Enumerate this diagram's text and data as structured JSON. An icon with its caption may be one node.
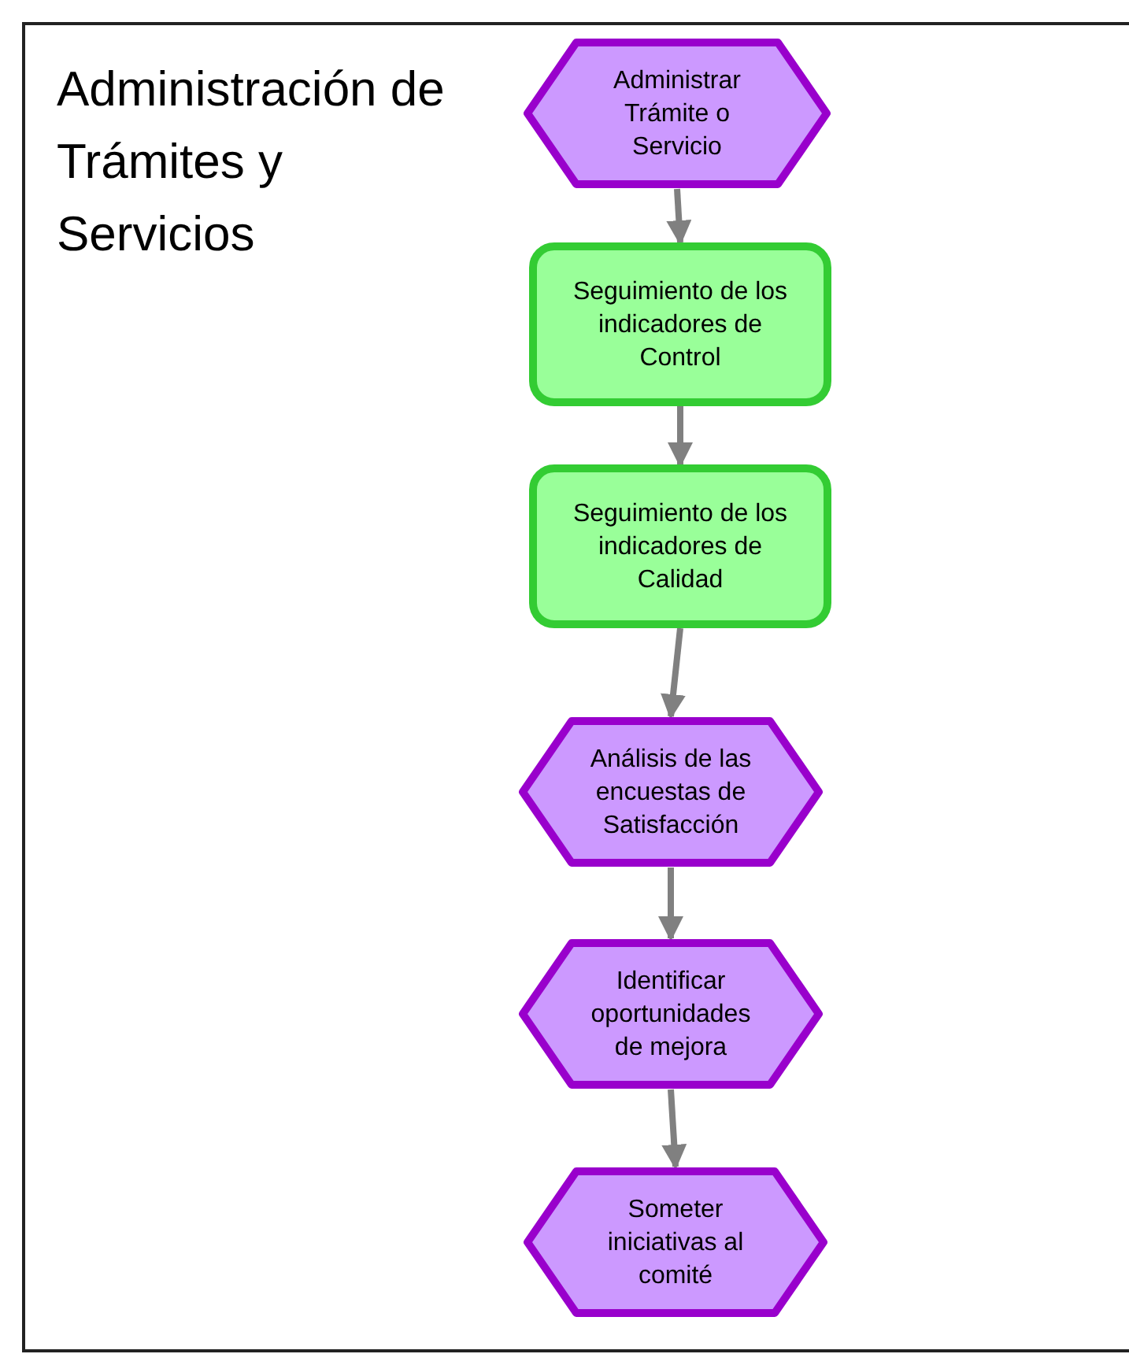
{
  "diagram": {
    "title": "Administración de Trámites y Servicios",
    "nodes": [
      {
        "text": [
          "Administrar Trámite o Servicio"
        ]
      },
      {
        "text": [
          "Seguimiento de los indicadores de Control"
        ]
      },
      {
        "text": [
          "Seguimiento de los indicadores de Calidad"
        ]
      },
      {
        "text": [
          "Análisis de las encuestas de Satisfacción"
        ]
      },
      {
        "text": [
          "Identificar oportunidades de mejora"
        ]
      },
      {
        "text": [
          "Someter iniciativas al comité"
        ]
      }
    ],
    "edges": [
      {
        "from": 0,
        "to": 1,
        "arrow": "to"
      },
      {
        "from": 1,
        "to": 2,
        "arrow": "to"
      },
      {
        "from": 2,
        "to": 3,
        "arrow": "to"
      },
      {
        "from": 3,
        "to": 4,
        "arrow": "to"
      },
      {
        "from": 4,
        "to": 5,
        "arrow": "to"
      }
    ]
  }
}
